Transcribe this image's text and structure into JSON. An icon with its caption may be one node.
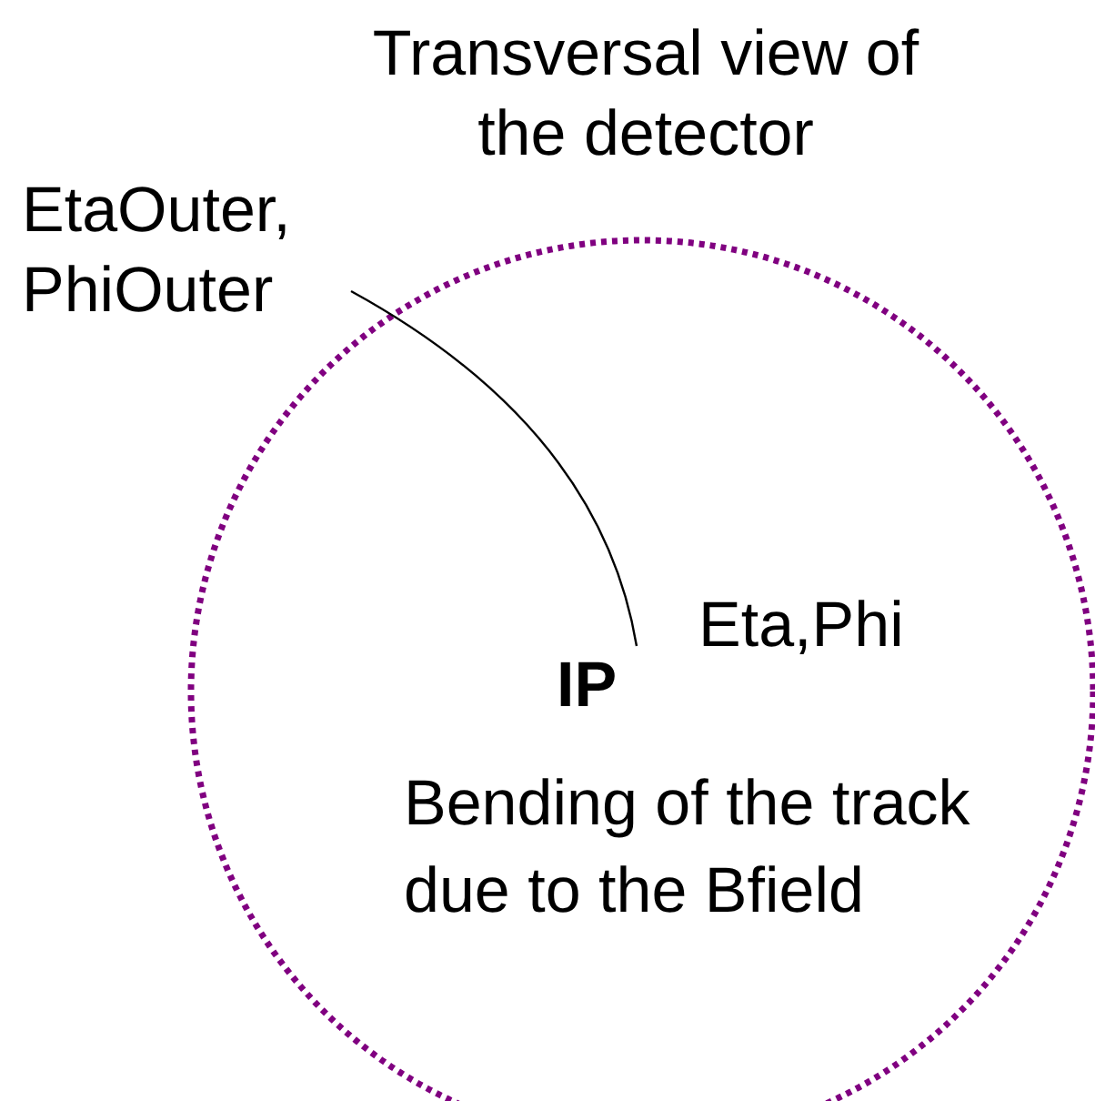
{
  "diagram": {
    "title": "Transversal view of the detector",
    "labels": [
      "EtaOuter, PhiOuter",
      "Eta,Phi",
      "IP",
      "Bending of the track due to the Bfield"
    ]
  }
}
